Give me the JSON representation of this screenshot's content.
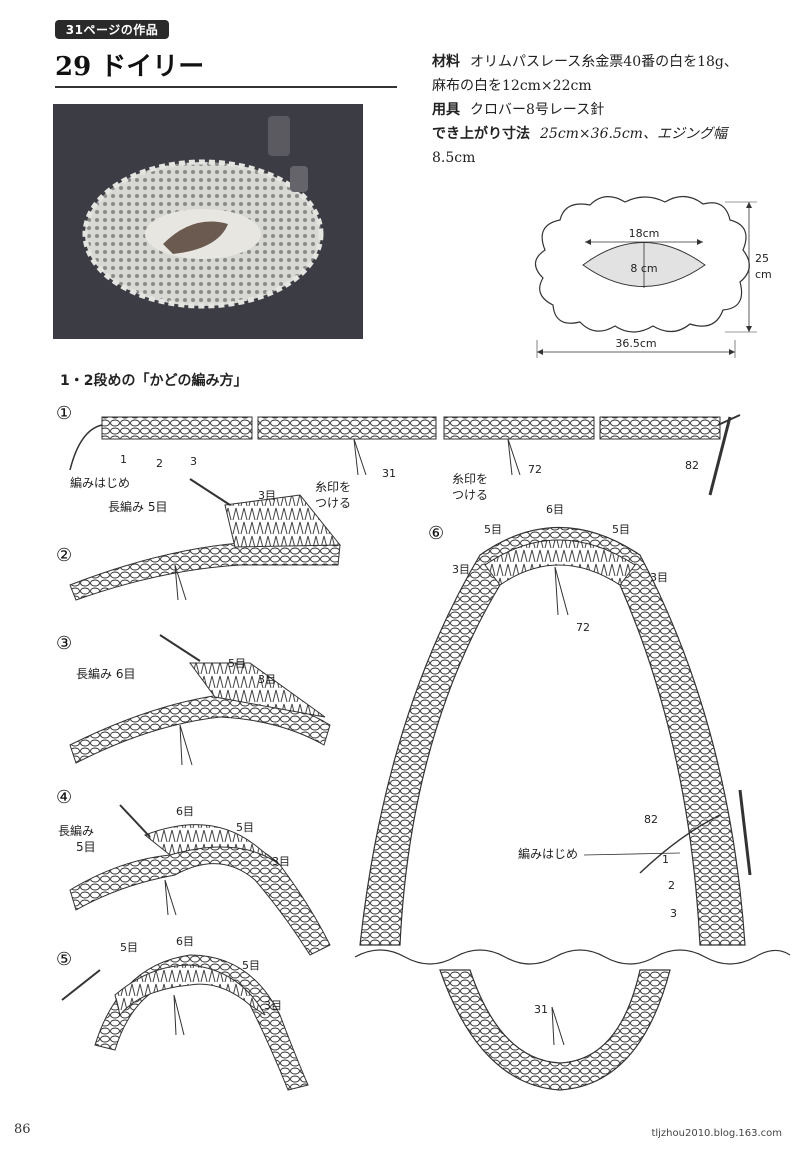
{
  "header": {
    "badge": "31ページの作品",
    "title": "29 ドイリー"
  },
  "specs": {
    "materials_label": "材料",
    "materials_line1": "オリムパスレース糸金票40番の白を18g、",
    "materials_line2": "麻布の白を12cm×22cm",
    "tools_label": "用具",
    "tools_text": "クロバー8号レース針",
    "size_label": "でき上がり寸法",
    "size_line1": "25cm×36.5cm、エジング幅",
    "size_line2": "8.5cm"
  },
  "dimension_diagram": {
    "inner_width": "18cm",
    "inner_height": "8 cm",
    "outer_height_num": "25",
    "outer_height_unit": "cm",
    "outer_width": "36.5cm"
  },
  "section": {
    "title": "1・2段めの「かどの編み方」"
  },
  "steps": {
    "s1": "①",
    "s2": "②",
    "s3": "③",
    "s4": "④",
    "s5": "⑤",
    "s6": "⑥"
  },
  "step1": {
    "start_label": "編みはじめ",
    "n1": "1",
    "n2": "2",
    "n3": "3",
    "mark1_line1": "糸印を",
    "mark1_line2": "つける",
    "n31": "31",
    "mark2_line1": "糸印を",
    "mark2_line2": "つける",
    "n72": "72",
    "n82": "82"
  },
  "step2": {
    "dc": "長編み 5目",
    "n3": "3目"
  },
  "step3": {
    "dc": "長編み 6目",
    "n5": "5目",
    "n3": "3目"
  },
  "step4": {
    "dc_line1": "長編み",
    "dc_line2": "5目",
    "n6": "6目",
    "n5": "5目",
    "n3": "3目"
  },
  "step5": {
    "n5": "5目",
    "n6": "6目",
    "n5b": "5目",
    "n3": "3目"
  },
  "step6": {
    "top6": "6目",
    "top5l": "5目",
    "top5r": "5目",
    "top3l": "3目",
    "top3r": "3目",
    "n72": "72",
    "n82": "82",
    "start": "編みはじめ",
    "n1": "1",
    "n2": "2",
    "n3": "3",
    "n31": "31"
  },
  "footer": {
    "page_number": "86",
    "watermark": "tljzhou2010.blog.163.com"
  }
}
